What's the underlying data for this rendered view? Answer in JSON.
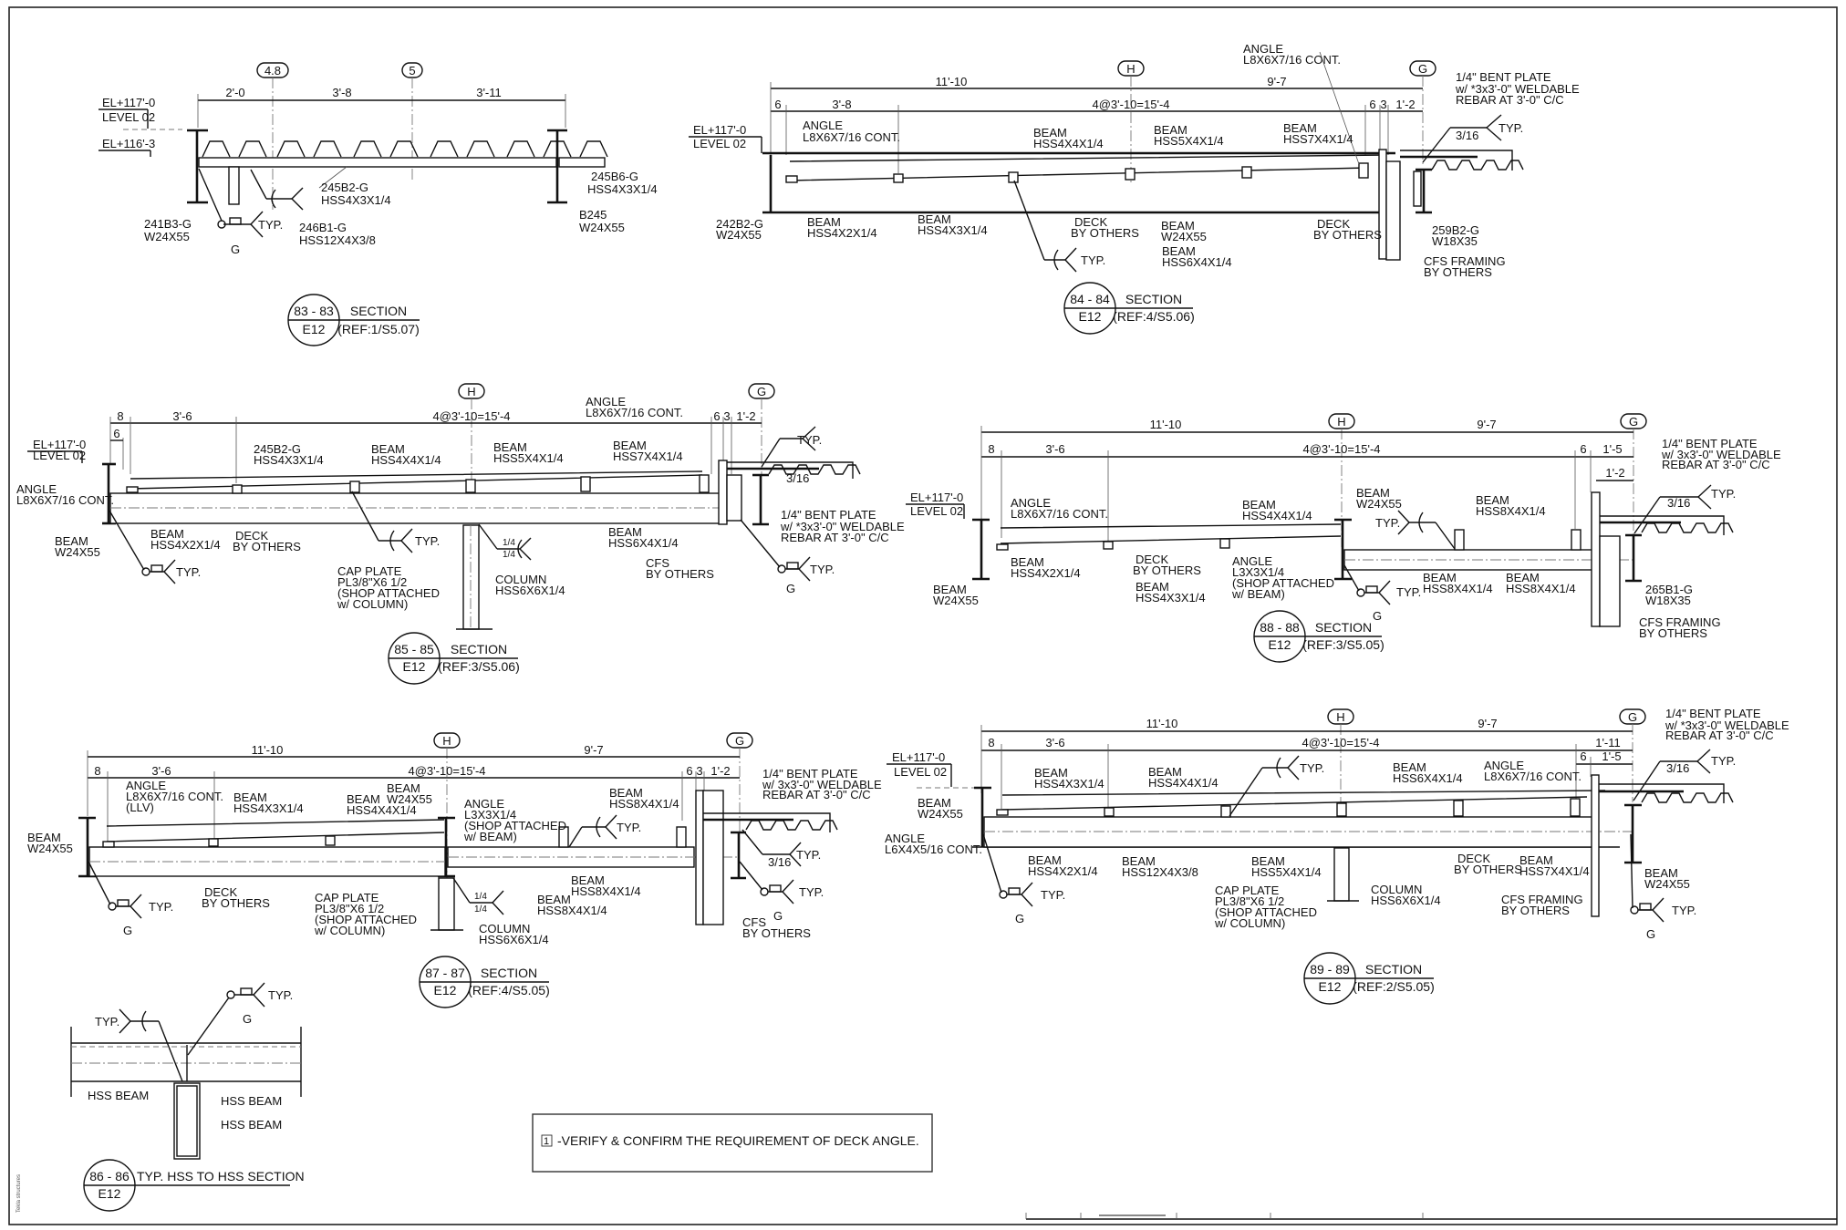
{
  "sheet": {
    "vendor_mark": "Tekla structures",
    "note": {
      "number": "1",
      "text": "-VERIFY & CONFIRM THE REQUIREMENT OF DECK ANGLE."
    }
  },
  "sections": {
    "s83": {
      "id": "83 - 83",
      "sheet": "E12",
      "title": "SECTION",
      "ref": "(REF:1/S5.07)",
      "grids": [
        "4.8",
        "5"
      ],
      "dims": [
        "2'-0",
        "3'-8",
        "3'-11"
      ],
      "elev_top": "EL+117'-0",
      "level": "LEVEL 02",
      "elev_low": "EL+116'-3",
      "labels": {
        "left_beam": [
          "241B3-G",
          "W24X55"
        ],
        "hss_vert": [
          "246B1-G",
          "HSS12X4X3/8"
        ],
        "hss_main": [
          "245B2-G",
          "HSS4X3X1/4"
        ],
        "right_ext": [
          "245B6-G",
          "HSS4X3X1/4"
        ],
        "right_beam": [
          "B245",
          "W24X55"
        ],
        "typ": "TYP.",
        "g": "G"
      }
    },
    "s84": {
      "id": "84 - 84",
      "sheet": "E12",
      "title": "SECTION",
      "ref": "(REF:4/S5.06)",
      "grids": [
        "H",
        "G"
      ],
      "dims_top": [
        "11'-10",
        "9'-7"
      ],
      "dims_2": [
        "6",
        "3'-8",
        "4@3'-10=15'-4",
        "6",
        "3",
        "1'-2"
      ],
      "elev_top": "EL+117'-0",
      "level": "LEVEL 02",
      "labels": {
        "angle_left": [
          "ANGLE",
          "L8X6X7/16 CONT."
        ],
        "angle_top": [
          "ANGLE",
          "L8X6X7/16 CONT."
        ],
        "beam1": [
          "BEAM",
          "HSS4X4X1/4"
        ],
        "beam2": [
          "BEAM",
          "HSS5X4X1/4"
        ],
        "beam3": [
          "BEAM",
          "HSS7X4X1/4"
        ],
        "left_beam": [
          "242B2-G",
          "W24X55"
        ],
        "b_low1": [
          "BEAM",
          "HSS4X2X1/4"
        ],
        "b_low2": [
          "BEAM",
          "HSS4X3X1/4"
        ],
        "deck1": [
          "DECK",
          "BY OTHERS"
        ],
        "b_w24": [
          "BEAM",
          "W24X55"
        ],
        "b_hss6": [
          "BEAM",
          "HSS6X4X1/4"
        ],
        "deck2": [
          "DECK",
          "BY OTHERS"
        ],
        "right_beam": [
          "259B2-G",
          "W18X35"
        ],
        "cfs": [
          "CFS FRAMING",
          "BY OTHERS"
        ],
        "bent": [
          "1/4\" BENT PLATE",
          "w/ *3x3'-0\" WELDABLE",
          "REBAR AT 3'-0\" C/C"
        ],
        "weld": "3/16",
        "typ": "TYP."
      }
    },
    "s85": {
      "id": "85 - 85",
      "sheet": "E12",
      "title": "SECTION",
      "ref": "(REF:3/S5.06)",
      "grids": [
        "H",
        "G"
      ],
      "dims": [
        "8",
        "6",
        "3'-6",
        "4@3'-10=15'-4",
        "6",
        "3",
        "1'-2"
      ],
      "elev_top": "EL+117'-0",
      "level": "LEVEL 02",
      "labels": {
        "angle_left": [
          "ANGLE",
          "L8X6X7/16 CONT."
        ],
        "angle_top": [
          "ANGLE",
          "L8X6X7/16 CONT."
        ],
        "b245": [
          "245B2-G",
          "HSS4X3X1/4"
        ],
        "beam1": [
          "BEAM",
          "HSS4X4X1/4"
        ],
        "beam2": [
          "BEAM",
          "HSS5X4X1/4"
        ],
        "beam3": [
          "BEAM",
          "HSS7X4X1/4"
        ],
        "left_beam": [
          "BEAM",
          "W24X55"
        ],
        "b_low1": [
          "BEAM",
          "HSS4X2X1/4"
        ],
        "deck": [
          "DECK",
          "BY OTHERS"
        ],
        "cap": [
          "CAP PLATE",
          "PL3/8\"X6 1/2",
          "(SHOP ATTACHED",
          "w/ COLUMN)"
        ],
        "column": [
          "COLUMN",
          "HSS6X6X1/4"
        ],
        "b_hss6": [
          "BEAM",
          "HSS6X4X1/4"
        ],
        "cfs": [
          "CFS",
          "BY OTHERS"
        ],
        "bent": [
          "1/4\" BENT PLATE",
          "w/ *3x3'-0\" WELDABLE",
          "REBAR AT 3'-0\" C/C"
        ],
        "weld": "3/16",
        "weld_q": "1/4",
        "typ": "TYP.",
        "g": "G"
      }
    },
    "s86": {
      "id": "86 - 86",
      "sheet": "E12",
      "title": "TYP. HSS TO HSS SECTION",
      "labels": {
        "hss1": "HSS BEAM",
        "hss2": "HSS BEAM",
        "hss3": "HSS BEAM",
        "typ": "TYP.",
        "g": "G"
      }
    },
    "s87": {
      "id": "87 - 87",
      "sheet": "E12",
      "title": "SECTION",
      "ref": "(REF:4/S5.05)",
      "grids": [
        "H",
        "G"
      ],
      "dims_top": [
        "11'-10",
        "9'-7"
      ],
      "dims_2": [
        "8",
        "3'-6",
        "4@3'-10=15'-4",
        "6",
        "3",
        "1'-2"
      ],
      "labels": {
        "angle_left": [
          "ANGLE",
          "L8X6X7/16 CONT.",
          "(LLV)"
        ],
        "beam1": [
          "BEAM",
          "HSS4X3X1/4"
        ],
        "beam2": [
          "BEAM",
          "HSS4X4X1/4"
        ],
        "beam_w24": [
          "BEAM",
          "W24X55"
        ],
        "angle_l3": [
          "ANGLE",
          "L3X3X1/4",
          "(SHOP ATTACHED",
          "w/ BEAM)"
        ],
        "beam_hss8a": [
          "BEAM",
          "HSS8X4X1/4"
        ],
        "left_beam": [
          "BEAM",
          "W24X55"
        ],
        "deck": [
          "DECK",
          "BY OTHERS"
        ],
        "cap": [
          "CAP PLATE",
          "PL3/8\"X6 1/2",
          "(SHOP ATTACHED",
          "w/ COLUMN)"
        ],
        "column": [
          "COLUMN",
          "HSS6X6X1/4"
        ],
        "beam_hss8b": [
          "BEAM",
          "HSS8X4X1/4"
        ],
        "beam_hss8c": [
          "BEAM",
          "HSS8X4X1/4"
        ],
        "cfs": [
          "CFS",
          "BY OTHERS"
        ],
        "bent": [
          "1/4\" BENT PLATE",
          "w/ 3x3'-0\" WELDABLE",
          "REBAR AT 3'-0\" C/C"
        ],
        "weld": "3/16",
        "weld_q": "1/4",
        "typ": "TYP.",
        "g": "G"
      }
    },
    "s88": {
      "id": "88 - 88",
      "sheet": "E12",
      "title": "SECTION",
      "ref": "(REF:3/S5.05)",
      "grids": [
        "H",
        "G"
      ],
      "dims_top": [
        "11'-10",
        "9'-7"
      ],
      "dims_2": [
        "8",
        "3'-6",
        "4@3'-10=15'-4",
        "6",
        "1'-5",
        "1'-2"
      ],
      "elev_top": "EL+117'-0",
      "level": "LEVEL 02",
      "labels": {
        "angle_left": [
          "ANGLE",
          "L8X6X7/16 CONT."
        ],
        "beam1": [
          "BEAM",
          "HSS4X4X1/4"
        ],
        "beam_w24": [
          "BEAM",
          "W24X55"
        ],
        "beam_hss8a": [
          "BEAM",
          "HSS8X4X1/4"
        ],
        "left_beam": [
          "BEAM",
          "W24X55"
        ],
        "b_low1": [
          "BEAM",
          "HSS4X2X1/4"
        ],
        "deck": [
          "DECK",
          "BY OTHERS"
        ],
        "b_low2": [
          "BEAM",
          "HSS4X3X1/4"
        ],
        "angle_l3": [
          "ANGLE",
          "L3X3X1/4",
          "(SHOP ATTACHED",
          "w/ BEAM)"
        ],
        "beam_hss8b": [
          "BEAM",
          "HSS8X4X1/4"
        ],
        "beam_hss8c": [
          "BEAM",
          "HSS8X4X1/4"
        ],
        "right_beam": [
          "265B1-G",
          "W18X35"
        ],
        "cfs": [
          "CFS FRAMING",
          "BY OTHERS"
        ],
        "bent": [
          "1/4\" BENT PLATE",
          "w/ 3x3'-0\" WELDABLE",
          "REBAR AT 3'-0\" C/C"
        ],
        "weld": "3/16",
        "typ": "TYP.",
        "g": "G"
      }
    },
    "s89": {
      "id": "89 - 89",
      "sheet": "E12",
      "title": "SECTION",
      "ref": "(REF:2/S5.05)",
      "grids": [
        "H",
        "G"
      ],
      "dims_top": [
        "11'-10",
        "9'-7"
      ],
      "dims_2": [
        "8",
        "3'-6",
        "4@3'-10=15'-4",
        "1'-11",
        "6",
        "1'-5"
      ],
      "elev_top": "EL+117'-0",
      "level": "LEVEL 02",
      "labels": {
        "beam_w24_left": [
          "BEAM",
          "W24X55"
        ],
        "angle_left": [
          "ANGLE",
          "L6X4X5/16 CONT."
        ],
        "beam1": [
          "BEAM",
          "HSS4X3X1/4"
        ],
        "beam2": [
          "BEAM",
          "HSS4X4X1/4"
        ],
        "beam3": [
          "BEAM",
          "HSS6X4X1/4"
        ],
        "angle_top": [
          "ANGLE",
          "L8X6X7/16 CONT."
        ],
        "b_low1": [
          "BEAM",
          "HSS4X2X1/4"
        ],
        "b_main": [
          "BEAM",
          "HSS12X4X3/8"
        ],
        "b_hss5": [
          "BEAM",
          "HSS5X4X1/4"
        ],
        "cap": [
          "CAP PLATE",
          "PL3/8\"X6 1/2",
          "(SHOP ATTACHED",
          "w/ COLUMN)"
        ],
        "column": [
          "COLUMN",
          "HSS6X6X1/4"
        ],
        "deck": [
          "DECK",
          "BY OTHERS"
        ],
        "b_hss7": [
          "BEAM",
          "HSS7X4X1/4"
        ],
        "cfs": [
          "CFS FRAMING",
          "BY OTHERS"
        ],
        "right_beam": [
          "BEAM",
          "W24X55"
        ],
        "bent": [
          "1/4\" BENT PLATE",
          "w/ *3x3'-0\" WELDABLE",
          "REBAR AT 3'-0\" C/C"
        ],
        "weld": "3/16",
        "typ": "TYP.",
        "g": "G"
      }
    }
  }
}
